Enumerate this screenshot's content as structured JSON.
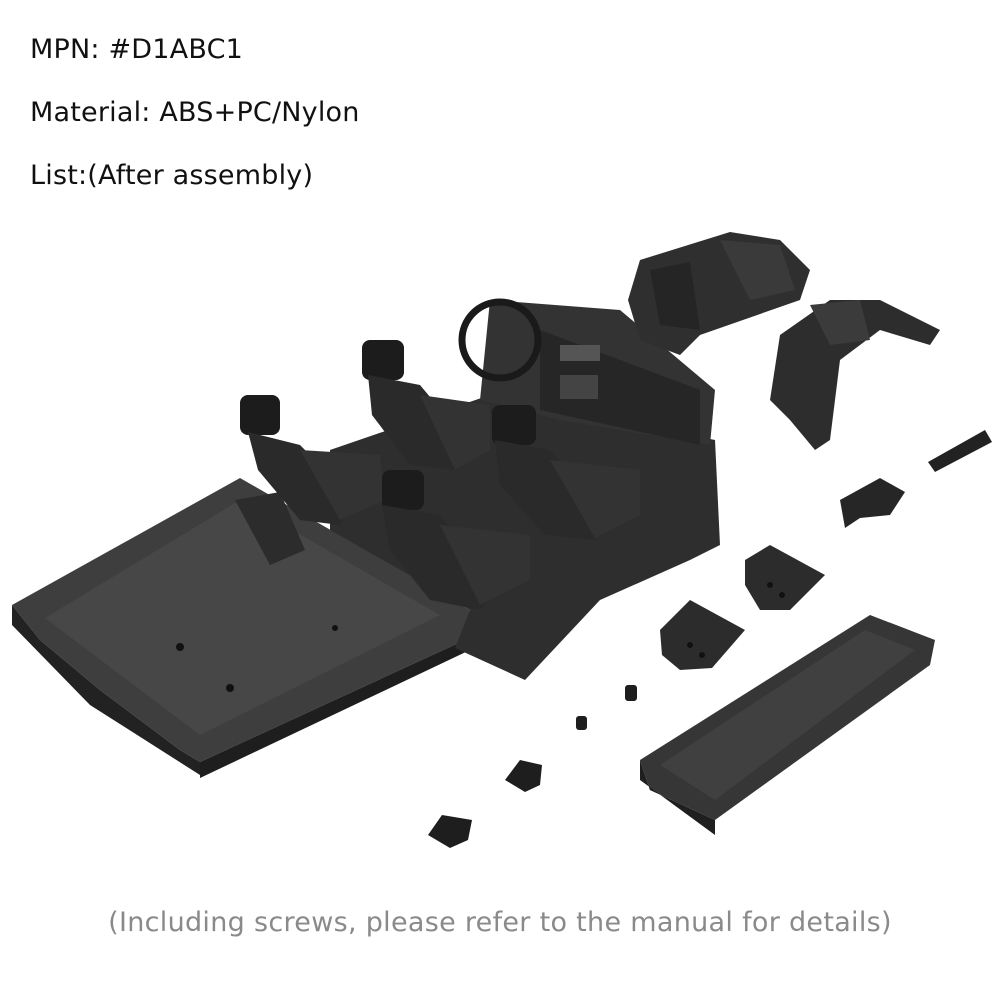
{
  "specs": {
    "mpn": "MPN: #D1ABC1",
    "material": "Material: ABS+PC/Nylon",
    "list": "List:(After assembly)"
  },
  "footnote": "(Including screws, please refer to the manual for details)",
  "colors": {
    "background": "#ffffff",
    "text": "#111111",
    "footnote": "#8a8a8a",
    "part_dark": "#2a2a2a",
    "part_mid": "#3a3a3a",
    "part_light": "#555555"
  }
}
